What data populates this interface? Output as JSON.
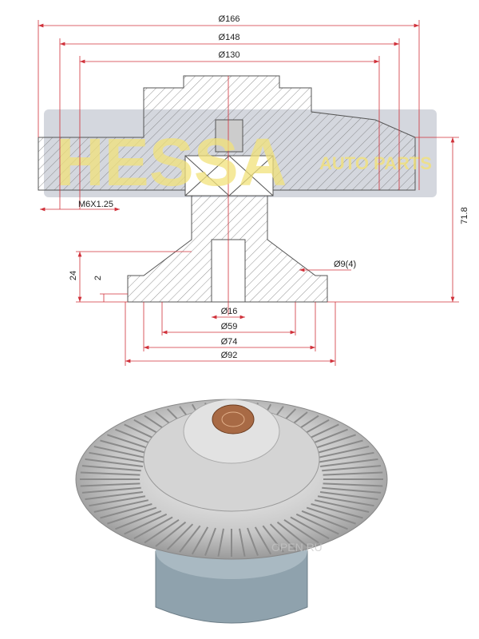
{
  "dimensions": {
    "d166": "Ø166",
    "d148": "Ø148",
    "d130": "Ø130",
    "thread": "M6X1.25",
    "height": "71.8",
    "flange_h": "24",
    "flange_t": "2",
    "holes": "Ø9(4)",
    "d16": "Ø16",
    "d59": "Ø59",
    "d74": "Ø74",
    "d92": "Ø92"
  },
  "watermark": {
    "brand": "HESSA",
    "sub": "AUTO PARTS",
    "photo_mark": "OPEN.RU"
  },
  "colors": {
    "dim_line": "#d0313a",
    "outline": "#555555",
    "watermark": "#f2e27a",
    "band": "#c9cdd6"
  }
}
